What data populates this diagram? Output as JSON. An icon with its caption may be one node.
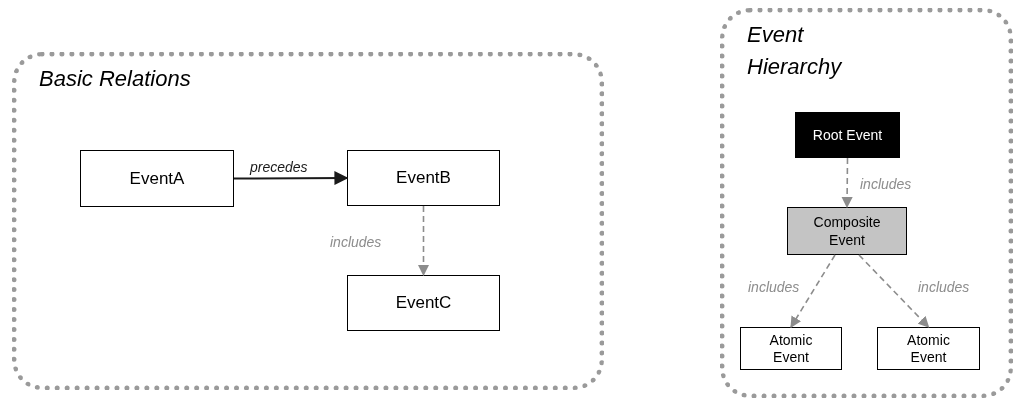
{
  "diagram": {
    "nodes": [
      {
        "text": [
          "Basic Relations"
        ]
      },
      {
        "text": [
          "EventA"
        ],
        "in": 0
      },
      {
        "text": [
          "EventB"
        ],
        "in": 0
      },
      {
        "text": [
          "EventC"
        ],
        "in": 0
      },
      {
        "text": [
          "Event Hierarchy"
        ]
      },
      {
        "text": [
          "Root Event"
        ],
        "in": 4
      },
      {
        "text": [
          "Composite Event"
        ],
        "in": 4
      },
      {
        "text": [
          "Atomic Event"
        ],
        "in": 4
      },
      {
        "text": [
          "Atomic Event"
        ],
        "in": 4
      }
    ],
    "edges": [
      {
        "from": 1,
        "to": 2,
        "arrow": "to",
        "label": "precedes",
        "color": "#1a1a1a"
      },
      {
        "from": 2,
        "to": 3,
        "arrow": "to",
        "label": "includes",
        "style": "dashed"
      },
      {
        "from": 5,
        "to": 6,
        "arrow": "to",
        "label": "includes",
        "style": "dashed"
      },
      {
        "from": 6,
        "to": 7,
        "arrow": "to",
        "label": "includes",
        "style": "dashed"
      },
      {
        "from": 6,
        "to": 8,
        "arrow": "to",
        "label": "includes",
        "style": "dashed"
      }
    ]
  }
}
